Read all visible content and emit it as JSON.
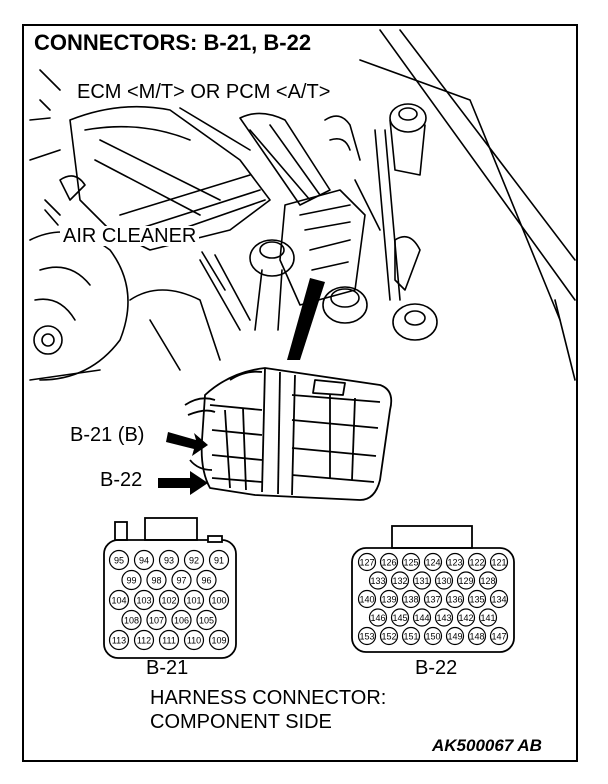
{
  "title": "CONNECTORS: B-21, B-22",
  "callouts": {
    "ecm": "ECM <M/T> OR PCM <A/T>",
    "air_cleaner": "AIR CLEANER",
    "b21_arrow": "B-21 (B)",
    "b22_arrow": "B-22"
  },
  "connectors": {
    "b21": {
      "label": "B-21",
      "rows": [
        [
          "95",
          "94",
          "93",
          "92",
          "91"
        ],
        [
          "99",
          "98",
          "97",
          "96"
        ],
        [
          "104",
          "103",
          "102",
          "101",
          "100"
        ],
        [
          "108",
          "107",
          "106",
          "105"
        ],
        [
          "113",
          "112",
          "111",
          "110",
          "109"
        ]
      ]
    },
    "b22": {
      "label": "B-22",
      "rows": [
        [
          "127",
          "126",
          "125",
          "124",
          "123",
          "122",
          "121"
        ],
        [
          "133",
          "132",
          "131",
          "130",
          "129",
          "128"
        ],
        [
          "140",
          "139",
          "138",
          "137",
          "136",
          "135",
          "134"
        ],
        [
          "146",
          "145",
          "144",
          "143",
          "142",
          "141"
        ],
        [
          "153",
          "152",
          "151",
          "150",
          "149",
          "148",
          "147"
        ]
      ]
    }
  },
  "caption": {
    "line1": "HARNESS CONNECTOR:",
    "line2": "COMPONENT SIDE"
  },
  "figure_code": "AK500067 AB"
}
